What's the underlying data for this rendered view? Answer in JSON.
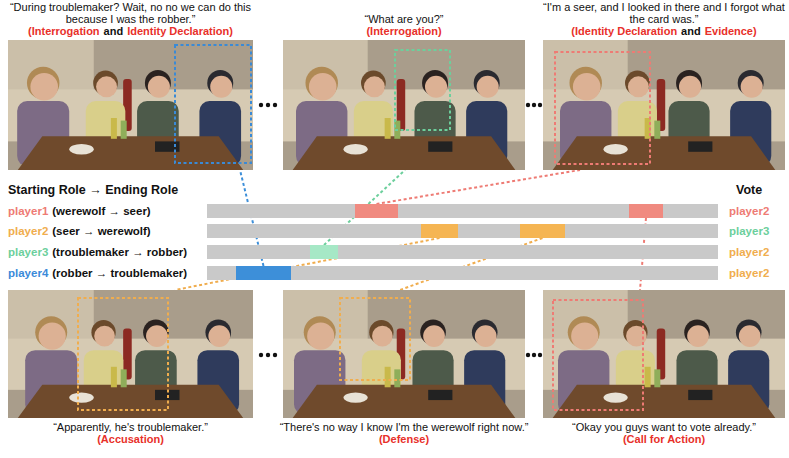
{
  "diagram": {
    "nodes": [
      {
        "text": [
          "“During troublemaker? Wait, no no we can do this because I was the robber.”",
          "(Interrogation",
          "and",
          "Identity Declaration)"
        ]
      },
      {
        "text": [
          "“What are you?”",
          "(Interrogation)"
        ]
      },
      {
        "text": [
          "“I'm a seer, and I looked in there and I forgot what the card was.”",
          "(Identity Declaration",
          "and",
          "Evidence)"
        ]
      },
      {
        "text": [
          "player1",
          "(werewolf → seer)",
          "player2"
        ]
      },
      {
        "text": [
          "player2",
          "(seer → werewolf)",
          "player3"
        ]
      },
      {
        "text": [
          "player3",
          "(troublemaker → robber)",
          "player2"
        ]
      },
      {
        "text": [
          "player4",
          "(robber → troublemaker)",
          "player2"
        ]
      },
      {
        "text": [
          "“Apparently, he's troublemaker.”",
          "(Accusation)"
        ]
      },
      {
        "text": [
          "“There's no way I know I'm the werewolf right now.”",
          "(Defense)"
        ]
      },
      {
        "text": [
          "“Okay you guys want to vote already.”",
          "(Call for Action)"
        ]
      }
    ],
    "edges": [
      {
        "from": 6,
        "to": 0,
        "arrow": "none"
      },
      {
        "from": 5,
        "to": 1,
        "arrow": "none"
      },
      {
        "from": 3,
        "to": 2,
        "arrow": "none"
      },
      {
        "from": 4,
        "to": 7,
        "arrow": "none"
      },
      {
        "from": 4,
        "to": 8,
        "arrow": "none"
      },
      {
        "from": 3,
        "to": 9,
        "arrow": "none"
      }
    ],
    "labels": [
      "Starting Role → Ending Role",
      "Vote"
    ]
  }
}
